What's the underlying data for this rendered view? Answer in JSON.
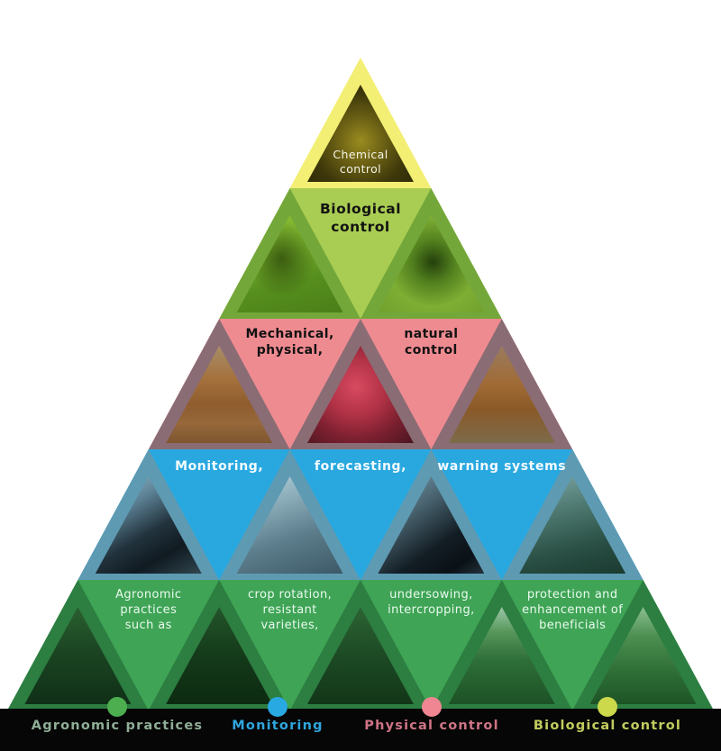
{
  "background": "#ffffff",
  "pyramid": {
    "levels": [
      {
        "label": "Chemical control",
        "lines": [
          "Chemical",
          "control"
        ],
        "band_color": "#f3ef75",
        "tri_color": "#f3ef75",
        "text_color": "#f4f4e6",
        "photos": [
          "pesticide-sprayer"
        ]
      },
      {
        "label": "Biological control",
        "lines": [
          "Biological",
          "control"
        ],
        "band_color": "#a9cd52",
        "tri_color": "#74a73a",
        "text_color": "#121212",
        "photos": [
          "caterpillar",
          "ladybird-beetle"
        ]
      },
      {
        "cells": [
          {
            "label": "Mechanical, physical,",
            "lines": [
              "Mechanical,",
              "physical,"
            ]
          },
          {
            "label": "natural control",
            "lines": [
              "natural",
              "control"
            ]
          }
        ],
        "band_color": "#ee8b91",
        "tri_color": "#8a6c74",
        "text_color": "#121212",
        "photos": [
          "orchard",
          "apple",
          "autumn-trees"
        ]
      },
      {
        "cells": [
          {
            "label": "Monitoring,"
          },
          {
            "label": "forecasting,"
          },
          {
            "label": "warning systems"
          }
        ],
        "band_color": "#29a8e0",
        "tri_color": "#5e9ab2",
        "text_color": "#f2fbff",
        "photos": [
          "computer-monitors",
          "sample-jars",
          "smartphone",
          "insect-trap"
        ]
      },
      {
        "cells": [
          {
            "label": "Agronomic practices such as",
            "lines": [
              "Agronomic",
              "practices",
              "such as"
            ]
          },
          {
            "label": "crop rotation, resistant varieties,",
            "lines": [
              "crop rotation,",
              "resistant",
              "varieties,"
            ]
          },
          {
            "label": "undersowing, intercropping,",
            "lines": [
              "undersowing,",
              "intercropping,"
            ]
          },
          {
            "label": "protection and enhancement of beneficials",
            "lines": [
              "protection and",
              "enhancement of",
              "beneficials"
            ]
          }
        ],
        "band_color": "#3fa455",
        "tri_color": "#2c7e41",
        "text_color": "#eafaf0",
        "photos": [
          "forest",
          "hedgerow",
          "orchard-trees",
          "crop-field",
          "meadow"
        ]
      }
    ]
  },
  "legend": {
    "bar_color": "#060606",
    "items": [
      {
        "label": "Agronomic practices",
        "dot_color": "#4cae4f",
        "text_color": "#8fae97"
      },
      {
        "label": "Monitoring",
        "dot_color": "#29a9e1",
        "text_color": "#2fa6de"
      },
      {
        "label": "Physical control",
        "dot_color": "#ef8691",
        "text_color": "#cf7486"
      },
      {
        "label": "Biological control",
        "dot_color": "#ccd94b",
        "text_color": "#c2cc5e"
      }
    ]
  }
}
